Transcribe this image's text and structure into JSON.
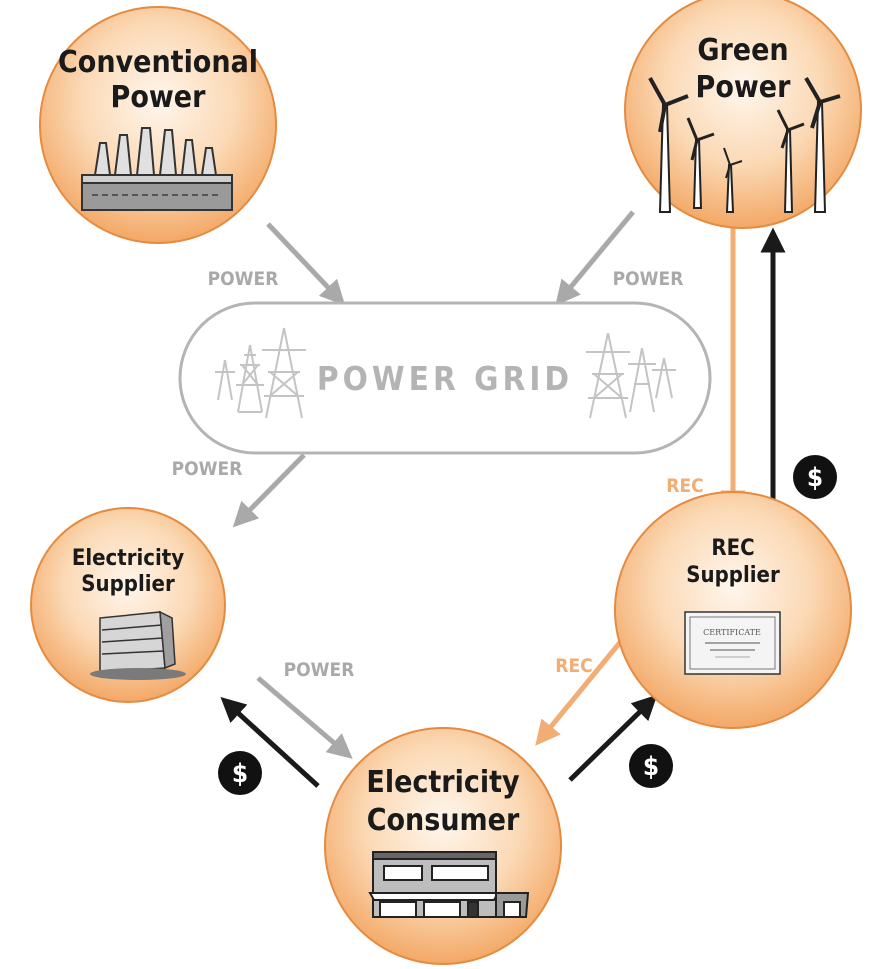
{
  "nodes": {
    "conventional_power": {
      "line1": "Conventional",
      "line2": "Power"
    },
    "green_power": {
      "line1": "Green",
      "line2": "Power"
    },
    "power_grid": {
      "label": "POWER GRID"
    },
    "electricity_supplier": {
      "line1": "Electricity",
      "line2": "Supplier"
    },
    "rec_supplier": {
      "line1": "REC",
      "line2": "Supplier",
      "certificate_text": "CERTIFICATE"
    },
    "electricity_consumer": {
      "line1": "Electricity",
      "line2": "Consumer"
    }
  },
  "flows": {
    "conventional_to_grid": "POWER",
    "green_to_grid": "POWER",
    "grid_to_supplier": "POWER",
    "supplier_to_consumer": "POWER",
    "green_to_rec_supplier": "REC",
    "rec_supplier_to_consumer": "REC"
  },
  "payments": {
    "consumer_to_supplier": "$",
    "consumer_to_rec_supplier": "$",
    "rec_supplier_to_green": "$"
  },
  "colors": {
    "power_arrow": "#a9a9a9",
    "rec_arrow": "#f2ad74",
    "payment_arrow": "#1a1a1a",
    "node_fill_light": "#fff3e6",
    "node_fill_dark": "#f5b77e",
    "node_stroke": "#e58b3f"
  }
}
